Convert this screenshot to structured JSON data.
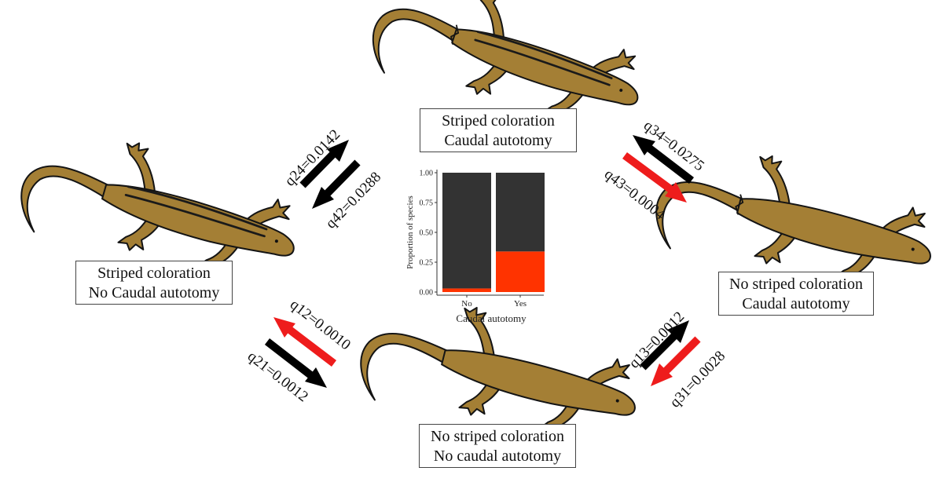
{
  "colors": {
    "lizard_body": "#a47f35",
    "lizard_outline": "#141414",
    "stripe": "#1a1a1a",
    "arrow_black": "#000000",
    "arrow_red": "#ee1c1c",
    "bar_dark": "#333333",
    "bar_red": "#ff3300"
  },
  "states": {
    "top": [
      "Striped coloration",
      "Caudal autotomy"
    ],
    "left": [
      "Striped coloration",
      "No Caudal autotomy"
    ],
    "right": [
      "No striped coloration",
      "Caudal autotomy"
    ],
    "bottom": [
      "No striped coloration",
      "No caudal autotomy"
    ]
  },
  "transitions": {
    "q24": "q24=0.0142",
    "q42": "q42=0.0288",
    "q34": "q34=0.0275",
    "q43": "q43=0.0004",
    "q12": "q12=0.0010",
    "q21": "q21=0.0012",
    "q13": "q13=0.0012",
    "q31": "q31=0.0028"
  },
  "chart_data": {
    "type": "bar",
    "stacked": true,
    "categories": [
      "No",
      "Yes"
    ],
    "xlabel": "Caudal autotomy",
    "ylabel": "Proportion of species",
    "ylim": [
      0,
      1
    ],
    "yticks": [
      "0.00",
      "0.25",
      "0.50",
      "0.75",
      "1.00"
    ],
    "series": [
      {
        "color": "#ff3300",
        "values": [
          0.03,
          0.34
        ]
      },
      {
        "color": "#333333",
        "values": [
          0.97,
          0.66
        ]
      }
    ]
  }
}
